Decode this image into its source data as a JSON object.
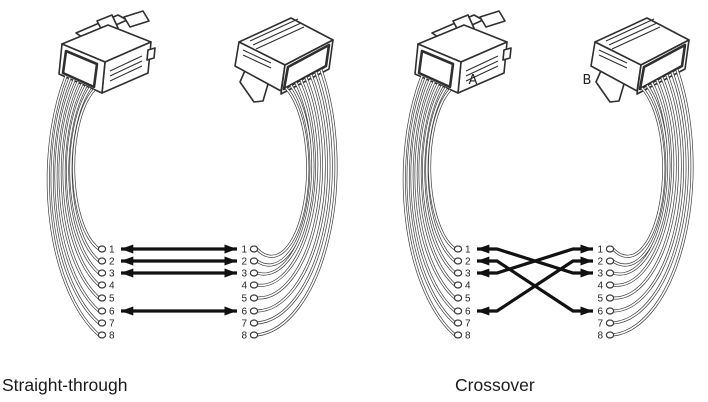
{
  "colors": {
    "background": "#ffffff",
    "line": "#2f2f2f",
    "wire": "#3c3c3c",
    "arrow": "#111111",
    "text": "#1a1a1a"
  },
  "diagrams": [
    {
      "id": "straight-through",
      "caption": "Straight-through",
      "connector_a_label": "",
      "connector_b_label": "",
      "left_pins": [
        "1",
        "2",
        "3",
        "4",
        "5",
        "6",
        "7",
        "8"
      ],
      "right_pins": [
        "1",
        "2",
        "3",
        "4",
        "5",
        "6",
        "7",
        "8"
      ],
      "connections": [
        {
          "from": 1,
          "to": 1
        },
        {
          "from": 2,
          "to": 2
        },
        {
          "from": 3,
          "to": 3
        },
        {
          "from": 6,
          "to": 6
        }
      ]
    },
    {
      "id": "crossover",
      "caption": "Crossover",
      "connector_a_label": "A",
      "connector_b_label": "B",
      "left_pins": [
        "1",
        "2",
        "3",
        "4",
        "5",
        "6",
        "7",
        "8"
      ],
      "right_pins": [
        "1",
        "2",
        "3",
        "4",
        "5",
        "6",
        "7",
        "8"
      ],
      "connections": [
        {
          "from": 1,
          "to": 3
        },
        {
          "from": 2,
          "to": 6
        },
        {
          "from": 3,
          "to": 1
        },
        {
          "from": 6,
          "to": 2
        }
      ]
    }
  ]
}
